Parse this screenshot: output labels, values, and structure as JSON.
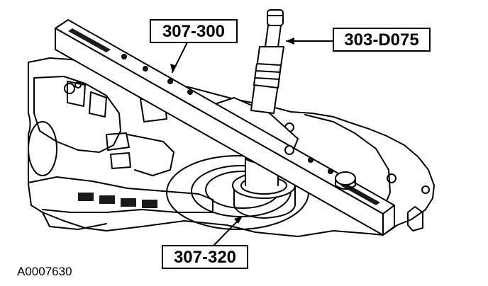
{
  "callouts": {
    "tool_307_300": "307-300",
    "tool_303_d075": "303-D075",
    "tool_307_320": "307-320"
  },
  "figure_id": "A0007630",
  "colors": {
    "line": "#000000",
    "background": "#ffffff",
    "fill_dark": "#1a1a1a",
    "fill_light": "#ffffff"
  }
}
